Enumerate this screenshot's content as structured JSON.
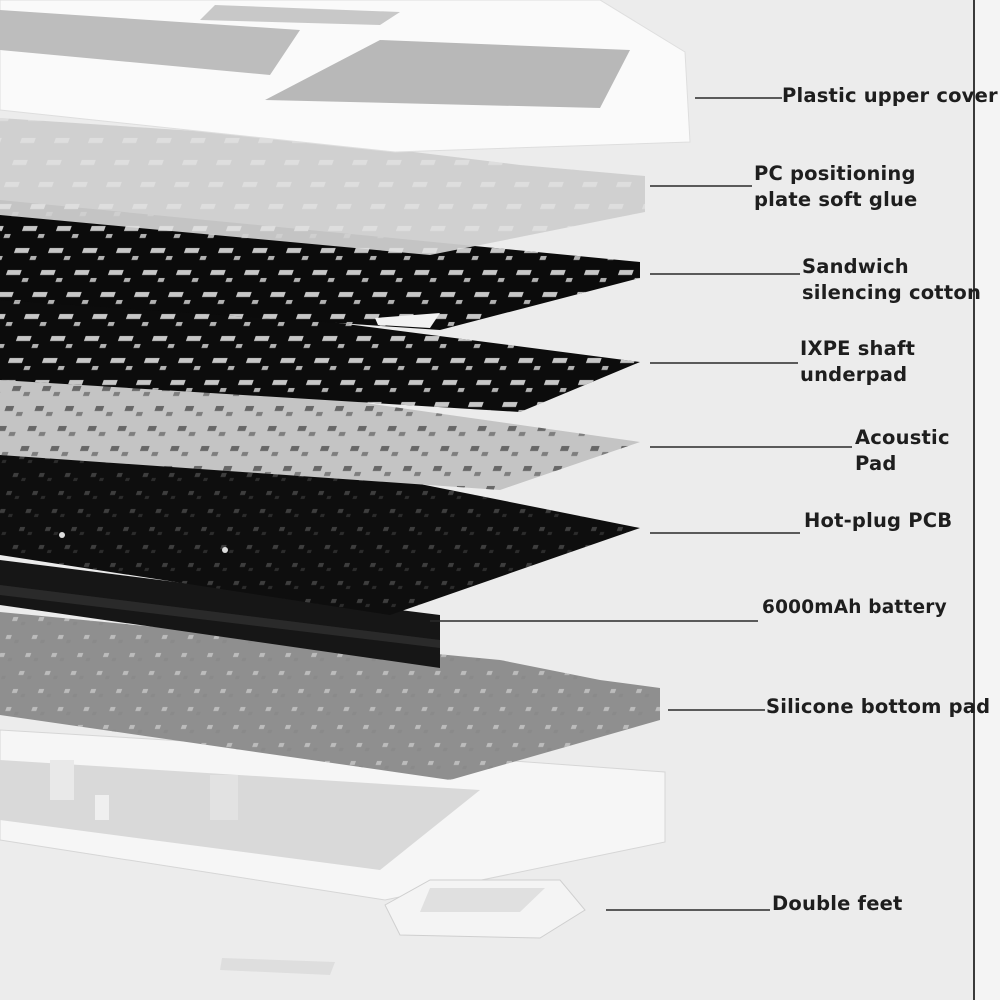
{
  "diagram": {
    "labels": [
      {
        "id": "upper-cover",
        "lines": [
          "Plastic upper cover"
        ]
      },
      {
        "id": "pc-plate",
        "lines": [
          "PC positioning",
          "plate soft glue"
        ]
      },
      {
        "id": "sandwich-cotton",
        "lines": [
          "Sandwich",
          "silencing cotton"
        ]
      },
      {
        "id": "ixpe-underpad",
        "lines": [
          "IXPE shaft",
          "underpad"
        ]
      },
      {
        "id": "acoustic-pad",
        "lines": [
          "Acoustic",
          "Pad"
        ]
      },
      {
        "id": "pcb",
        "lines": [
          "Hot-plug PCB"
        ]
      },
      {
        "id": "battery",
        "lines": [
          "6000mAh battery"
        ]
      },
      {
        "id": "bottom-pad",
        "lines": [
          "Silicone bottom pad"
        ]
      },
      {
        "id": "feet",
        "lines": [
          "Double feet"
        ]
      }
    ]
  }
}
